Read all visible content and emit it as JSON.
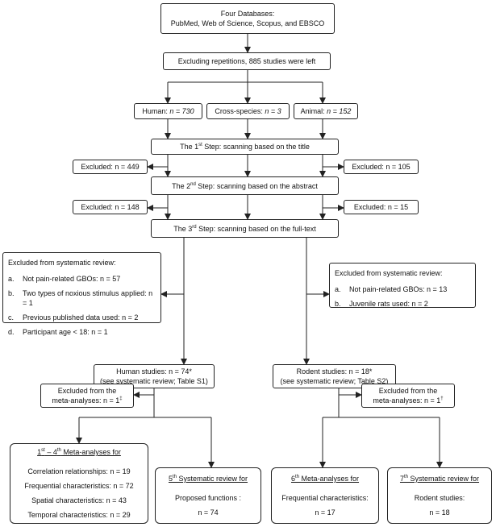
{
  "databases": {
    "line1": "Four Databases:",
    "line2": "PubMed, Web of Science, Scopus, and EBSCO"
  },
  "dedup": "Excluding repetitions, 885 studies were left",
  "groups": {
    "human": {
      "label": "Human:",
      "n": "n = 730"
    },
    "cross": {
      "label": "Cross-species:",
      "n": "n = 3"
    },
    "animal": {
      "label": "Animal:",
      "n": "n = 152"
    }
  },
  "step1": {
    "pre": "The 1",
    "sup": "st",
    "post": " Step: scanning based on the title"
  },
  "step1_excluded": {
    "left": "Excluded: n = 449",
    "right": "Excluded: n = 105"
  },
  "step2": {
    "pre": "The 2",
    "sup": "nd",
    "post": " Step: scanning based on the abstract"
  },
  "step2_excluded": {
    "left": "Excluded: n = 148",
    "right": "Excluded: n = 15"
  },
  "step3": {
    "pre": "The 3",
    "sup": "rd",
    "post": " Step: scanning based on the full-text"
  },
  "sr_excluded_human": {
    "title": "Excluded from systematic review:",
    "items": [
      {
        "mark": "a.",
        "text": "Not pain-related GBOs: n = 57"
      },
      {
        "mark": "b.",
        "text": "Two types of noxious stimulus applied: n = 1"
      },
      {
        "mark": "c.",
        "text": "Previous published data used: n = 2"
      },
      {
        "mark": "d.",
        "text": "Participant age < 18: n = 1"
      }
    ]
  },
  "sr_excluded_rodent": {
    "title": "Excluded from systematic review:",
    "items": [
      {
        "mark": "a.",
        "text": "Not pain-related GBOs: n = 13"
      },
      {
        "mark": "b.",
        "text": "Juvenile rats used: n = 2"
      }
    ]
  },
  "human_studies": {
    "line1": "Human studies: n = 74*",
    "line2": "(see systematic review; Table S1)"
  },
  "rodent_studies": {
    "line1": "Rodent studies: n = 18*",
    "line2": "(see systematic review; Table S2)"
  },
  "ma_excluded_human": {
    "line1": "Excluded from the",
    "line2": "meta-analyses: n = 1",
    "sup": "‡"
  },
  "ma_excluded_rodent": {
    "line1": "Excluded from the",
    "line2": "meta-analyses: n = 1",
    "sup": "†"
  },
  "final_human_ma": {
    "head_a": "1",
    "head_sup_a": "st",
    "head_b": " – 4",
    "head_sup_b": "th",
    "head_c": "  Meta-analyses for",
    "lines": [
      "Correlation relationships: n = 19",
      "Frequential characteristics: n = 72",
      "Spatial characteristics: n = 43",
      "Temporal  characteristics: n = 29"
    ]
  },
  "final_human_sr": {
    "head_a": "5",
    "head_sup": "th",
    "head_b": " Systematic review for",
    "line1": "Proposed functions :",
    "line2": "n = 74"
  },
  "final_rodent_ma": {
    "head_a": "6",
    "head_sup": "th",
    "head_b": "  Meta-analyses for",
    "line1": "Frequential characteristics:",
    "line2": "n = 17"
  },
  "final_rodent_sr": {
    "head_a": "7",
    "head_sup": "th",
    "head_b": " Systematic review for",
    "line1": "Rodent studies:",
    "line2": "n = 18"
  }
}
